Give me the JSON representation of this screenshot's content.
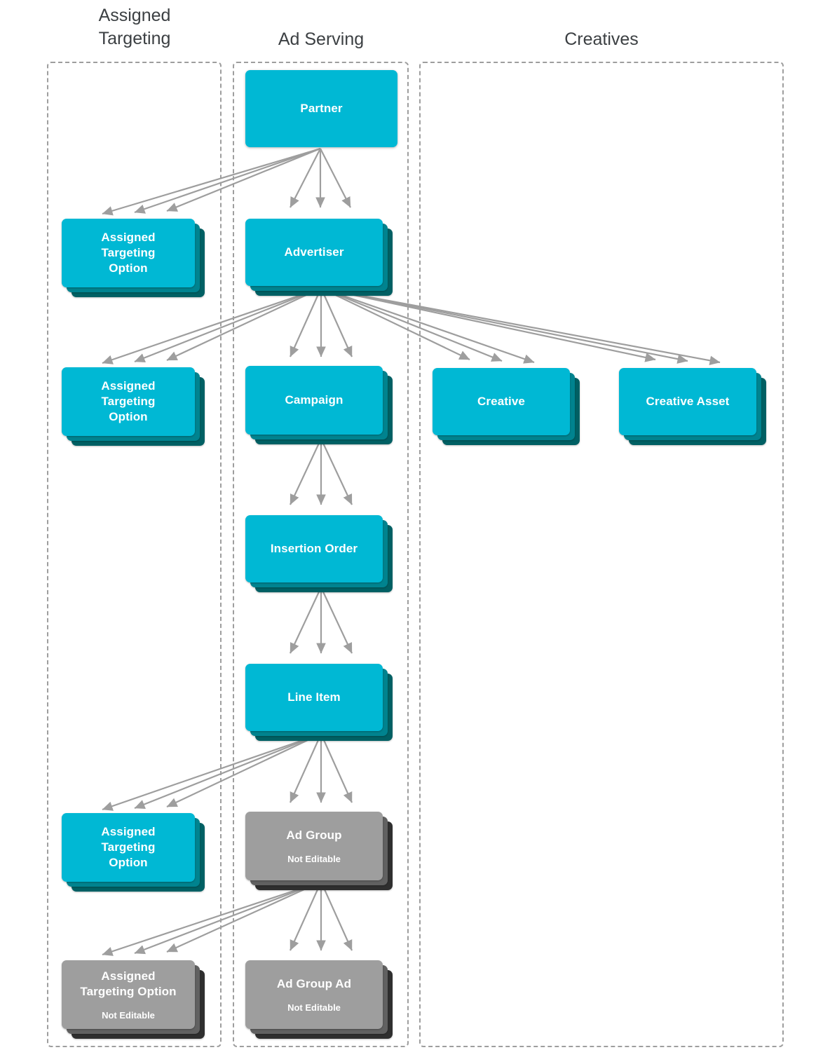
{
  "diagram": {
    "kind": "entity-hierarchy",
    "background": "#ffffff",
    "colors": {
      "teal_front": "#00b8d4",
      "teal_mid": "#00838f",
      "teal_back": "#006064",
      "gray_front": "#9e9e9e",
      "gray_mid": "#616161",
      "gray_back": "#2f2f2f",
      "edge": "#9e9e9e",
      "lane_border": "#9e9e9e",
      "heading_text": "#3c4043",
      "node_text": "#ffffff"
    },
    "lane_titles": [
      {
        "id": "assigned-targeting",
        "label": "Assigned\nTargeting"
      },
      {
        "id": "ad-serving",
        "label": "Ad Serving"
      },
      {
        "id": "creatives",
        "label": "Creatives"
      }
    ],
    "nodes": [
      {
        "id": "partner",
        "lane": "ad-serving",
        "title": "Partner",
        "sub": "",
        "style": "teal",
        "stacked": false
      },
      {
        "id": "ato-partner",
        "lane": "assigned-targeting",
        "title": "Assigned\nTargeting\nOption",
        "sub": "",
        "style": "teal",
        "stacked": true
      },
      {
        "id": "advertiser",
        "lane": "ad-serving",
        "title": "Advertiser",
        "sub": "",
        "style": "teal",
        "stacked": true
      },
      {
        "id": "ato-advertiser",
        "lane": "assigned-targeting",
        "title": "Assigned\nTargeting\nOption",
        "sub": "",
        "style": "teal",
        "stacked": true
      },
      {
        "id": "campaign",
        "lane": "ad-serving",
        "title": "Campaign",
        "sub": "",
        "style": "teal",
        "stacked": true
      },
      {
        "id": "creative",
        "lane": "creatives",
        "title": "Creative",
        "sub": "",
        "style": "teal",
        "stacked": true
      },
      {
        "id": "creative-asset",
        "lane": "creatives",
        "title": "Creative Asset",
        "sub": "",
        "style": "teal",
        "stacked": true
      },
      {
        "id": "insertion-order",
        "lane": "ad-serving",
        "title": "Insertion Order",
        "sub": "",
        "style": "teal",
        "stacked": true
      },
      {
        "id": "line-item",
        "lane": "ad-serving",
        "title": "Line Item",
        "sub": "",
        "style": "teal",
        "stacked": true
      },
      {
        "id": "ato-line-item",
        "lane": "assigned-targeting",
        "title": "Assigned\nTargeting\nOption",
        "sub": "",
        "style": "teal",
        "stacked": true
      },
      {
        "id": "ad-group",
        "lane": "ad-serving",
        "title": "Ad Group",
        "sub": "Not Editable",
        "style": "gray",
        "stacked": true
      },
      {
        "id": "ato-ad-group",
        "lane": "assigned-targeting",
        "title": "Assigned\nTargeting Option",
        "sub": "Not Editable",
        "style": "gray",
        "stacked": true
      },
      {
        "id": "ad-group-ad",
        "lane": "ad-serving",
        "title": "Ad Group Ad",
        "sub": "Not Editable",
        "style": "gray",
        "stacked": true
      }
    ],
    "edges": [
      {
        "from": "partner",
        "to": "ato-partner",
        "multiplicity": 3
      },
      {
        "from": "partner",
        "to": "advertiser",
        "multiplicity": 3
      },
      {
        "from": "advertiser",
        "to": "ato-advertiser",
        "multiplicity": 3
      },
      {
        "from": "advertiser",
        "to": "campaign",
        "multiplicity": 3
      },
      {
        "from": "advertiser",
        "to": "creative",
        "multiplicity": 3
      },
      {
        "from": "advertiser",
        "to": "creative-asset",
        "multiplicity": 3
      },
      {
        "from": "campaign",
        "to": "insertion-order",
        "multiplicity": 3
      },
      {
        "from": "insertion-order",
        "to": "line-item",
        "multiplicity": 3
      },
      {
        "from": "line-item",
        "to": "ato-line-item",
        "multiplicity": 3
      },
      {
        "from": "line-item",
        "to": "ad-group",
        "multiplicity": 3
      },
      {
        "from": "ad-group",
        "to": "ato-ad-group",
        "multiplicity": 3
      },
      {
        "from": "ad-group",
        "to": "ad-group-ad",
        "multiplicity": 3
      }
    ]
  }
}
